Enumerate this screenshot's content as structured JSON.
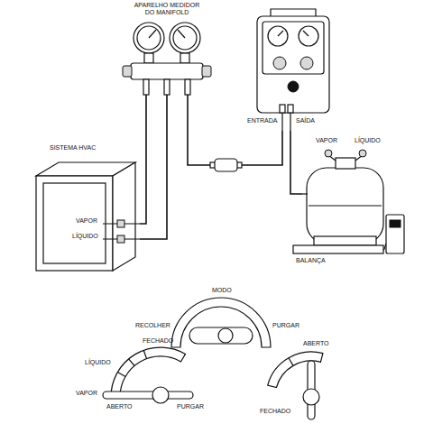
{
  "diagram": {
    "nodes": [
      {
        "text": [
          "APARELHO MEDIDOR DO MANIFOLD"
        ]
      },
      {
        "text": [
          "ENTRADA",
          "SAÍDA"
        ]
      },
      {
        "text": [
          "SISTEMA HVAC",
          "VAPOR",
          "LÍQUIDO"
        ]
      },
      {
        "text": [
          "VAPOR",
          "LÍQUIDO"
        ]
      },
      {
        "text": [
          "BALANÇA"
        ]
      },
      {
        "text": [
          "MODO",
          "RECOLHER",
          "PURGAR"
        ]
      },
      {
        "text": [
          "FECHADO",
          "LÍQUIDO",
          "VAPOR",
          "ABERTO",
          "PURGAR"
        ]
      },
      {
        "text": [
          "ABERTO",
          "FECHADO"
        ]
      }
    ],
    "edges": [
      {
        "from": 2,
        "to": 0,
        "arrow": "none"
      },
      {
        "from": 2,
        "to": 0,
        "arrow": "none"
      },
      {
        "from": 0,
        "to": 1,
        "arrow": "none"
      },
      {
        "from": 1,
        "to": 3,
        "arrow": "none"
      }
    ]
  }
}
